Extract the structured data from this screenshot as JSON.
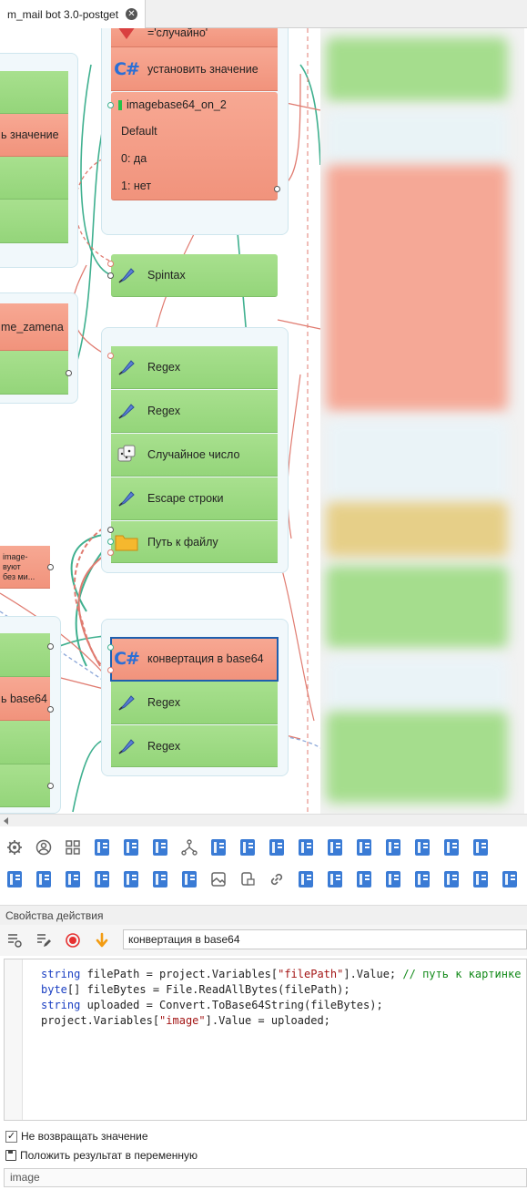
{
  "tab": {
    "title": "m_mail bot 3.0-postget",
    "close_glyph": "✕"
  },
  "canvas": {
    "nodes": {
      "top_red_partial": "='случайно'",
      "set_value": "установить значение",
      "imagebase64_header": "imagebase64_on_2",
      "imagebase64_default": "Default",
      "imagebase64_opt0": "0: да",
      "imagebase64_opt1": "1: нет",
      "spintax": "Spintax",
      "regex_1": "Regex",
      "regex_2": "Regex",
      "random_number": "Случайное число",
      "escape_string": "Escape строки",
      "file_path": "Путь к файлу",
      "convert_base64": "конвертация в base64",
      "regex_3": "Regex",
      "regex_4": "Regex",
      "left_set_value_partial": "ь значение",
      "left_zamena_partial": "me_zamena",
      "left_base64_partial": "ь base64",
      "left_comment_line1": "image-",
      "left_comment_line2": "вуют",
      "left_comment_line3": "без ми..."
    },
    "cs_label": "C#"
  },
  "props": {
    "header": "Свойства действия",
    "action_name": "конвертация в base64",
    "code_lines": [
      "string filePath = project.Variables[\"filePath\"].Value; // путь к картинке",
      "byte[] fileBytes = File.ReadAllBytes(filePath);",
      "string uploaded = Convert.ToBase64String(fileBytes);",
      "project.Variables[\"image\"].Value = uploaded;"
    ],
    "code_parts": {
      "l1_kw": "string",
      "l1_a": " filePath = project.Variables[",
      "l1_str": "\"filePath\"",
      "l1_b": "].Value; ",
      "l1_cm": "// путь к картинке",
      "l2_kw": "byte",
      "l2_a": "[] fileBytes = File.ReadAllBytes(filePath);",
      "l3_kw": "string",
      "l3_a": " uploaded = Convert.ToBase64String(fileBytes);",
      "l4_a": "project.Variables[",
      "l4_str": "\"image\"",
      "l4_b": "].Value = uploaded;"
    },
    "dont_return_label": "Не возвращать значение",
    "dont_return_checked": "✓",
    "save_to_var_label": "Положить результат в переменную",
    "variable_value": "image"
  },
  "colors": {
    "node_green": "#9bd981",
    "node_red": "#f39a83",
    "group_bg": "#f1f8fb",
    "link_teal": "#3fb08f",
    "link_red": "#e07b70",
    "accent_blue": "#2a6fd6",
    "record_red": "#e63030",
    "arrow_orange": "#f39c12"
  }
}
